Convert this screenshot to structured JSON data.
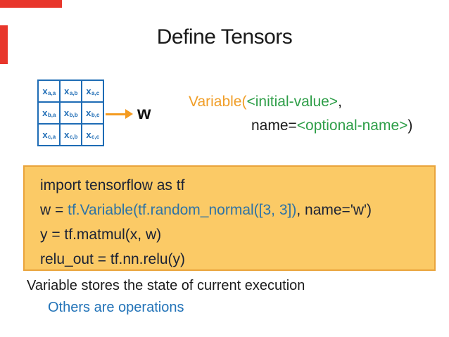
{
  "slide": {
    "title": "Define Tensors",
    "colors": {
      "accent_red": "#e8362b",
      "matrix_blue": "#1e6cb5",
      "arrow_orange": "#f49b20",
      "signature_orange": "#f09e28",
      "signature_green": "#2e9e48",
      "code_box_fill": "#fbca66",
      "code_box_border": "#e9a43c",
      "code_highlight_blue": "#2e73a5",
      "note_blue": "#2273b8"
    },
    "matrix": {
      "label": "w",
      "rows": [
        [
          {
            "base": "x",
            "sub": "a,a"
          },
          {
            "base": "x",
            "sub": "a,b"
          },
          {
            "base": "x",
            "sub": "a,c"
          }
        ],
        [
          {
            "base": "x",
            "sub": "b,a"
          },
          {
            "base": "x",
            "sub": "b,b"
          },
          {
            "base": "x",
            "sub": "b,c"
          }
        ],
        [
          {
            "base": "x",
            "sub": "c,a"
          },
          {
            "base": "x",
            "sub": "c,b"
          },
          {
            "base": "x",
            "sub": "c,c"
          }
        ]
      ]
    },
    "signature": {
      "fn": "Variable(",
      "arg1": "<initial-value>",
      "comma": ",",
      "name_kw": "name=",
      "arg2": "<optional-name>",
      "close": ")"
    },
    "code": {
      "lines": [
        {
          "pre": "import tensorflow as tf",
          "hl": "",
          "post": ""
        },
        {
          "pre": "w = ",
          "hl": "tf.Variable(tf.random_normal([3, 3])",
          "post": ", name='w')"
        },
        {
          "pre": "y = tf.matmul(x, w)",
          "hl": "",
          "post": ""
        },
        {
          "pre": "relu_out = tf.nn.relu(y)",
          "hl": "",
          "post": ""
        }
      ]
    },
    "notes": {
      "line1": "Variable stores the state of current execution",
      "line2": "Others are operations"
    }
  }
}
